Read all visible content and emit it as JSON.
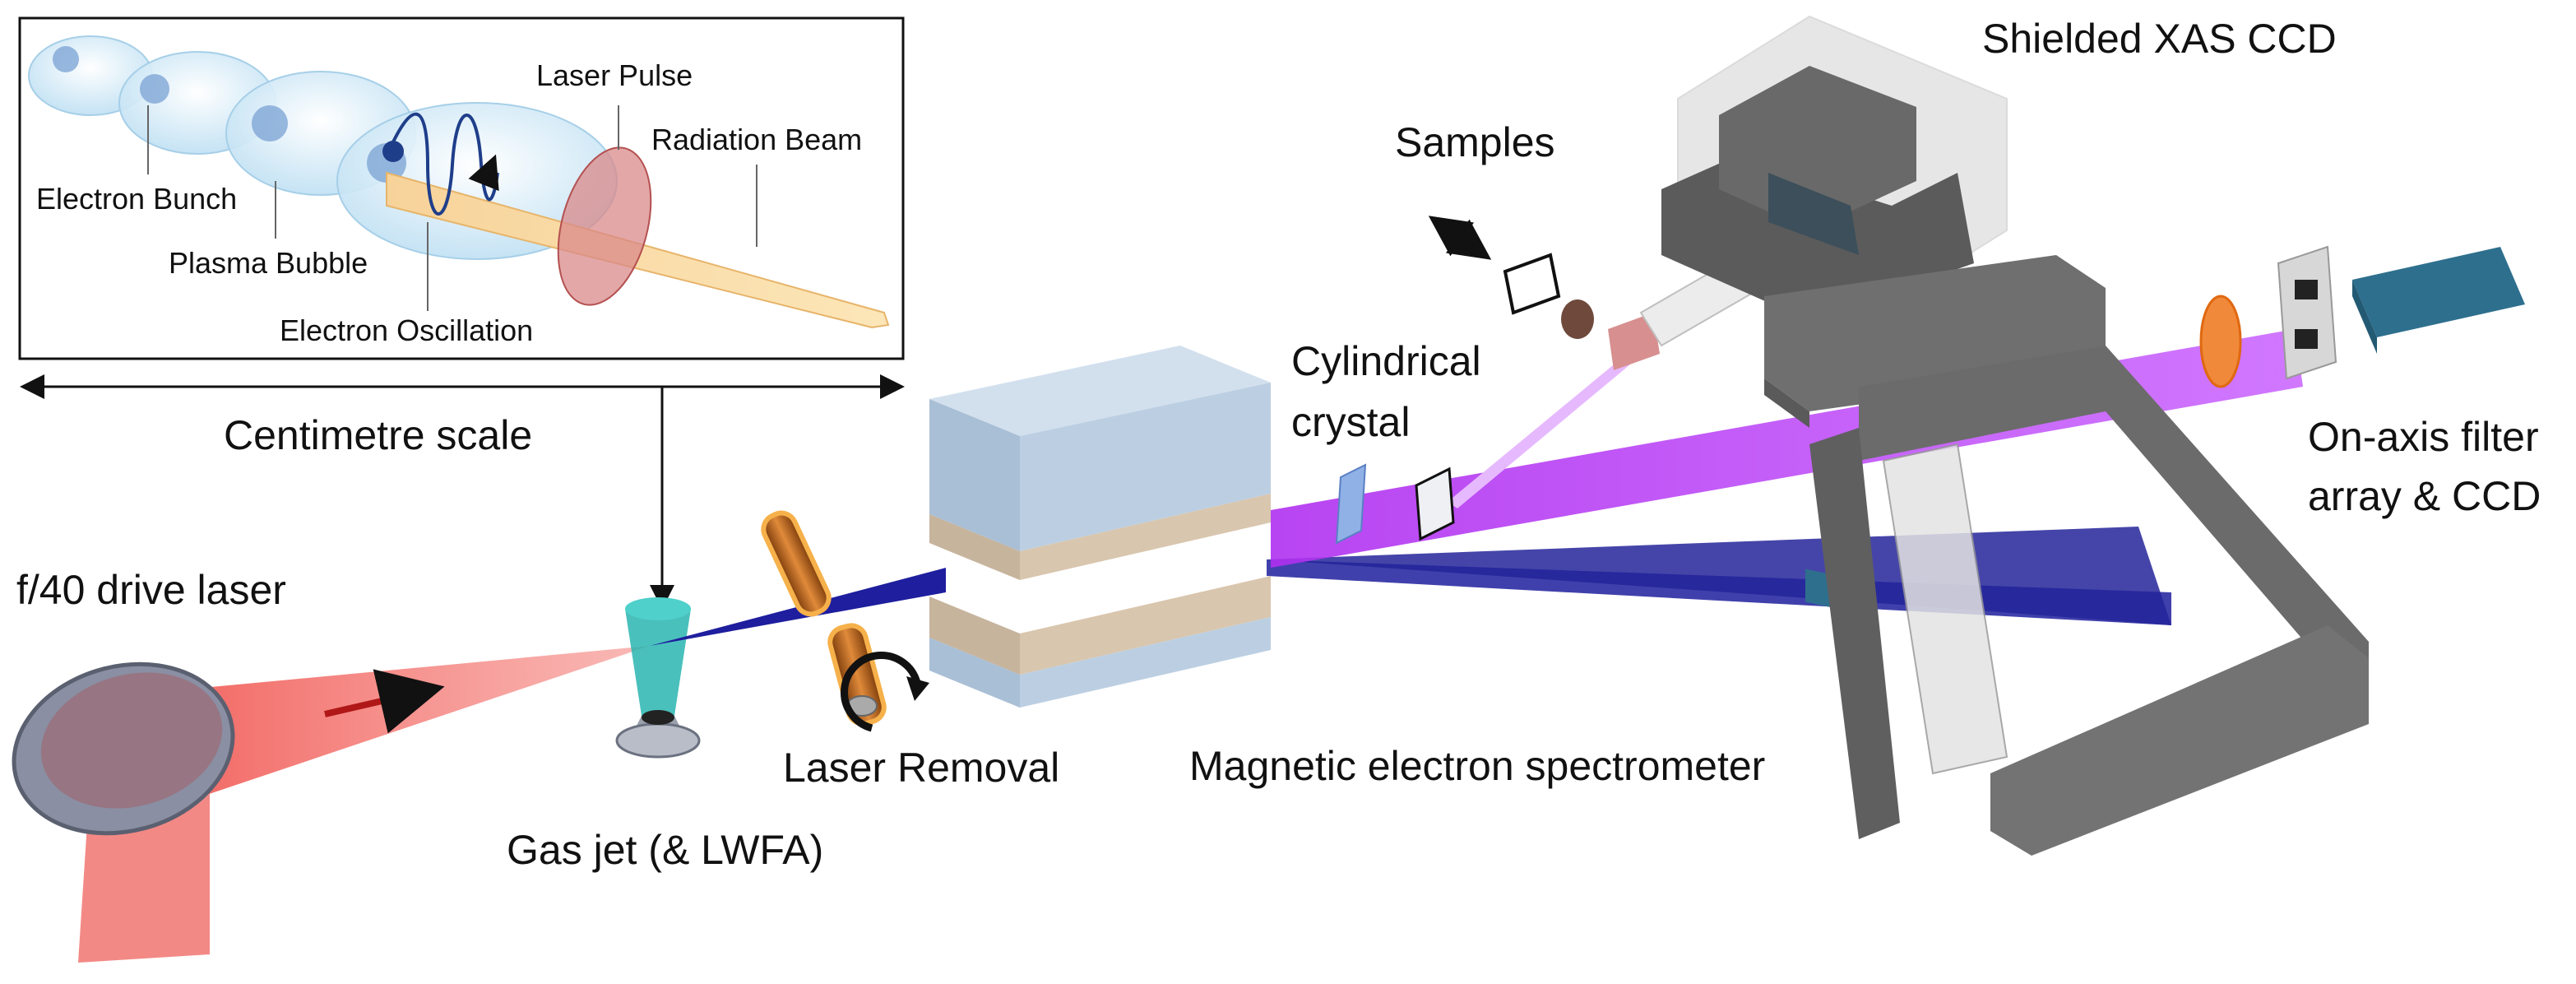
{
  "inset": {
    "electron_bunch": "Electron Bunch",
    "plasma_bubble": "Plasma Bubble",
    "electron_oscillation": "Electron Oscillation",
    "laser_pulse": "Laser Pulse",
    "radiation_beam": "Radiation Beam"
  },
  "labels": {
    "scale": "Centimetre scale",
    "drive_laser": "f/40 drive laser",
    "gas_jet": "Gas jet (& LWFA)",
    "laser_removal": "Laser Removal",
    "spectrometer": "Magnetic electron spectrometer",
    "crystal_line1": "Cylindrical",
    "crystal_line2": "crystal",
    "samples": "Samples",
    "shielded_ccd": "Shielded XAS CCD",
    "filter_line1": "On-axis filter",
    "filter_line2": "array & CCD"
  },
  "colors": {
    "laser_red": "#f0605a",
    "electron_blue": "#1e1e9e",
    "xray_violet": "#c040ff",
    "magnet_top": "#bccfe2",
    "shield_grey": "#6f6f6f",
    "gas_jet_cyan": "#2ab5b0",
    "coil_copper": "#c46a1a",
    "bubble_blue": "#cfe8f6",
    "ccd_teal": "#2e6f8e"
  }
}
